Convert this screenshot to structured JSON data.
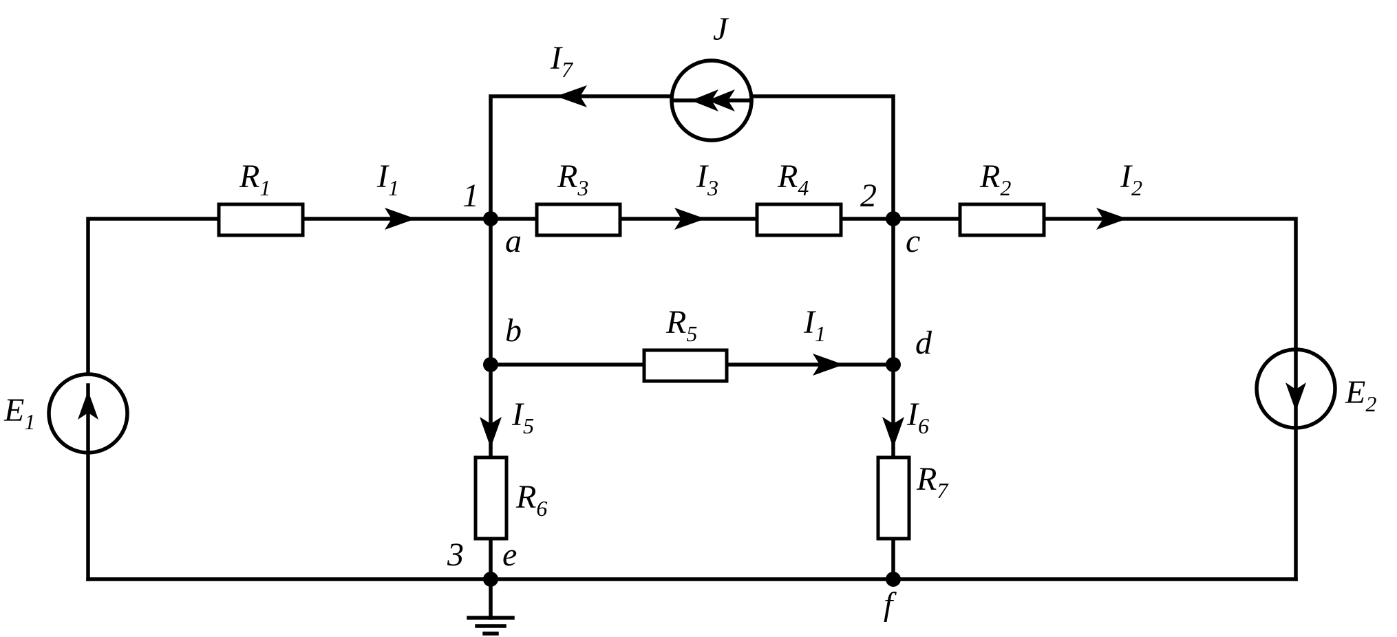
{
  "resistors": {
    "R1": {
      "letter": "R",
      "sub": "1"
    },
    "R2": {
      "letter": "R",
      "sub": "2"
    },
    "R3": {
      "letter": "R",
      "sub": "3"
    },
    "R4": {
      "letter": "R",
      "sub": "4"
    },
    "R5": {
      "letter": "R",
      "sub": "5"
    },
    "R6": {
      "letter": "R",
      "sub": "6"
    },
    "R7": {
      "letter": "R",
      "sub": "7"
    }
  },
  "currents": {
    "I1_top": {
      "letter": "I",
      "sub": "1"
    },
    "I3": {
      "letter": "I",
      "sub": "3"
    },
    "I2": {
      "letter": "I",
      "sub": "2"
    },
    "I1_mid": {
      "letter": "I",
      "sub": "1"
    },
    "I5": {
      "letter": "I",
      "sub": "5"
    },
    "I6": {
      "letter": "I",
      "sub": "6"
    },
    "I7": {
      "letter": "I",
      "sub": "7"
    }
  },
  "sources": {
    "E1": {
      "letter": "E",
      "sub": "1"
    },
    "E2": {
      "letter": "E",
      "sub": "2"
    },
    "J": {
      "letter": "J"
    }
  },
  "nodes": {
    "n1": "1",
    "n2": "2",
    "n3": "3",
    "a": "a",
    "b": "b",
    "c": "c",
    "d": "d",
    "e": "e",
    "f": "f"
  }
}
